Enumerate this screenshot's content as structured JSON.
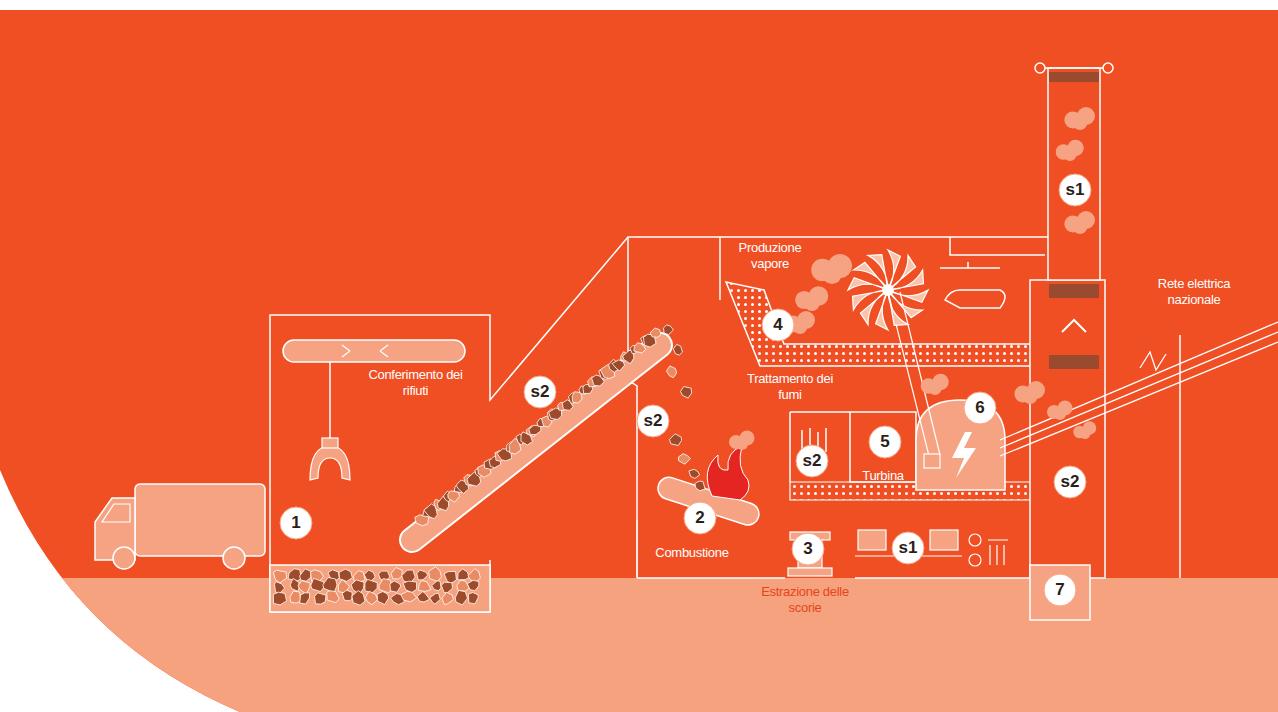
{
  "diagram": {
    "nodes": [
      {
        "text": [
          "1"
        ]
      },
      {
        "text": [
          "s2"
        ]
      },
      {
        "text": [
          "s2"
        ]
      },
      {
        "text": [
          "2"
        ]
      },
      {
        "text": [
          "3"
        ]
      },
      {
        "text": [
          "4"
        ]
      },
      {
        "text": [
          "s2"
        ]
      },
      {
        "text": [
          "5"
        ]
      },
      {
        "text": [
          "s1"
        ]
      },
      {
        "text": [
          "6"
        ]
      },
      {
        "text": [
          "s1"
        ]
      },
      {
        "text": [
          "s2"
        ]
      },
      {
        "text": [
          "7"
        ]
      }
    ],
    "labels": [
      "Conferimento dei rifiuti",
      "Produzione vapore",
      "Trattamento dei fumi",
      "Combustione",
      "Turbina",
      "Estrazione delle scorie",
      "Rete elettrica nazionale"
    ]
  }
}
